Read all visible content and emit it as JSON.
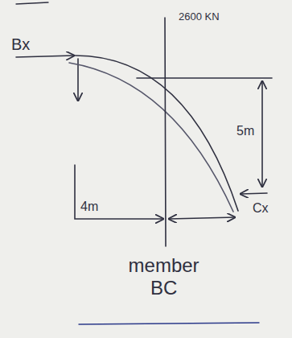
{
  "diagram": {
    "labels": [
      "Bx",
      "2600 KN",
      "5m",
      "4m",
      "Cx",
      "member BC"
    ]
  }
}
